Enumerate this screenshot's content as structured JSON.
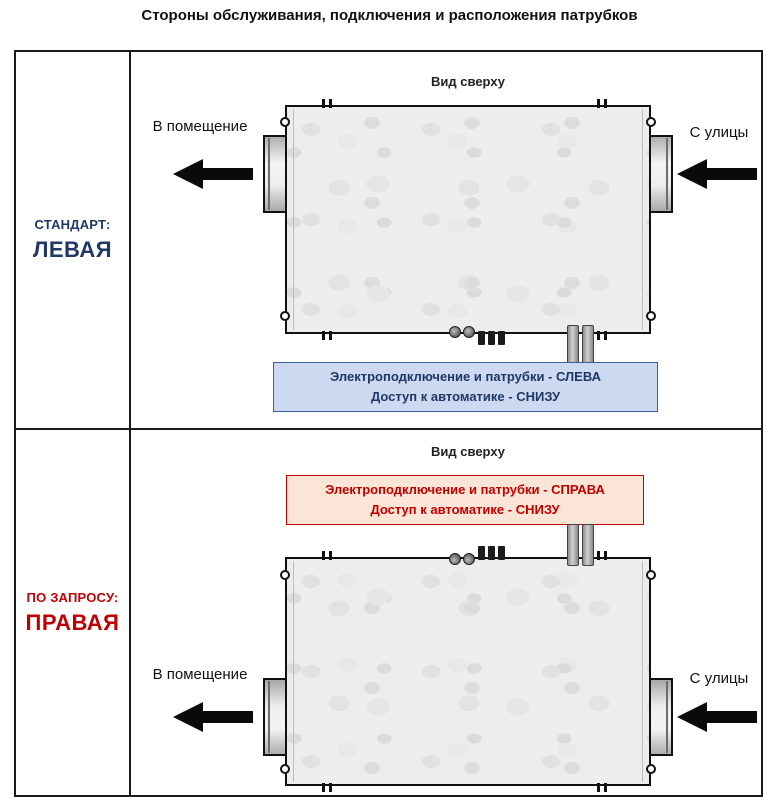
{
  "title": "Стороны обслуживания, подключения и расположения патрубков",
  "rows": [
    {
      "variant_label": "СТАНДАРТ:",
      "side_name": "ЛЕВАЯ",
      "view_label": "Вид сверху",
      "to_room_label": "В помещение",
      "from_street_label": "С улицы",
      "note_line1": "Электроподключение и патрубки - СЛЕВА",
      "note_line2": "Доступ к автоматике - СНИЗУ"
    },
    {
      "variant_label": "ПО ЗАПРОСУ:",
      "side_name": "ПРАВАЯ",
      "view_label": "Вид сверху",
      "to_room_label": "В помещение",
      "from_street_label": "С улицы",
      "note_line1": "Электроподключение и патрубки - СПРАВА",
      "note_line2": "Доступ к автоматике - СНИЗУ"
    }
  ],
  "colors": {
    "standard_accent": "#1F3864",
    "request_accent": "#C00000",
    "standard_note_bg": "#CDD9F0",
    "standard_note_border": "#3A5DA8",
    "request_note_bg": "#FBE5D6",
    "request_note_border": "#C00000",
    "arrow_fill": "#0A0A0A"
  }
}
